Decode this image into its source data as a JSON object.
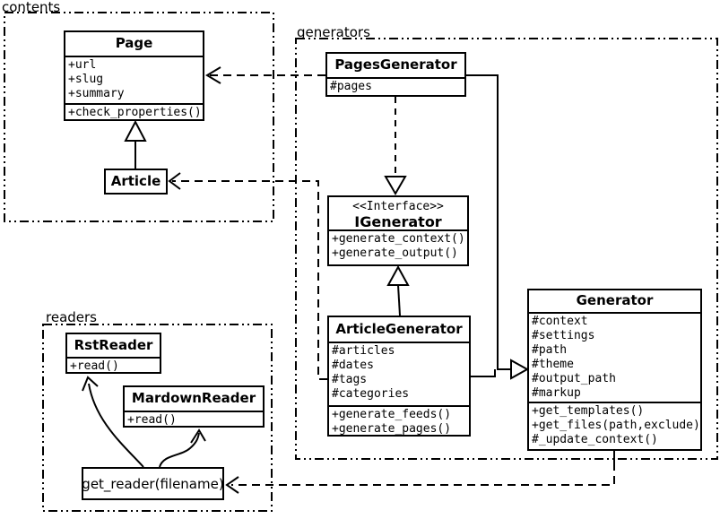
{
  "colors": {
    "line": "#000000",
    "background": "#ffffff"
  },
  "packages": {
    "contents": {
      "label": "contents"
    },
    "generators": {
      "label": "generators"
    },
    "readers": {
      "label": "readers"
    }
  },
  "classes": {
    "page": {
      "name": "Page",
      "attributes": [
        "+url",
        "+slug",
        "+summary"
      ],
      "methods": [
        "+check_properties()"
      ]
    },
    "article": {
      "name": "Article"
    },
    "pages_generator": {
      "name": "PagesGenerator",
      "attributes": [
        "#pages"
      ]
    },
    "igenerator": {
      "stereotype": "<<Interface>>",
      "name": "IGenerator",
      "methods": [
        "+generate_context()",
        "+generate_output()"
      ]
    },
    "article_generator": {
      "name": "ArticleGenerator",
      "attributes": [
        "#articles",
        "#dates",
        "#tags",
        "#categories"
      ],
      "methods": [
        "+generate_feeds()",
        "+generate_pages()"
      ]
    },
    "generator": {
      "name": "Generator",
      "attributes": [
        "#context",
        "#settings",
        "#path",
        "#theme",
        "#output_path",
        "#markup"
      ],
      "methods": [
        "+get_templates()",
        "+get_files(path,exclude)",
        "#_update_context()"
      ]
    },
    "rst_reader": {
      "name": "RstReader",
      "methods": [
        "+read()"
      ]
    },
    "mardown_reader": {
      "name": "MardownReader",
      "methods": [
        "+read()"
      ]
    },
    "get_reader": {
      "label": "get_reader(filename)"
    }
  },
  "relationships": [
    {
      "from": "Article",
      "to": "Page",
      "type": "generalization"
    },
    {
      "from": "PagesGenerator",
      "to": "Page",
      "type": "dependency"
    },
    {
      "from": "ArticleGenerator",
      "to": "Article",
      "type": "dependency"
    },
    {
      "from": "PagesGenerator",
      "to": "IGenerator",
      "type": "realization"
    },
    {
      "from": "ArticleGenerator",
      "to": "IGenerator",
      "type": "generalization"
    },
    {
      "from": "PagesGenerator",
      "to": "Generator",
      "type": "generalization"
    },
    {
      "from": "ArticleGenerator",
      "to": "Generator",
      "type": "generalization"
    },
    {
      "from": "Generator",
      "to": "get_reader(filename)",
      "type": "dependency"
    },
    {
      "from": "get_reader(filename)",
      "to": "RstReader",
      "type": "call"
    },
    {
      "from": "get_reader(filename)",
      "to": "MardownReader",
      "type": "call"
    }
  ]
}
